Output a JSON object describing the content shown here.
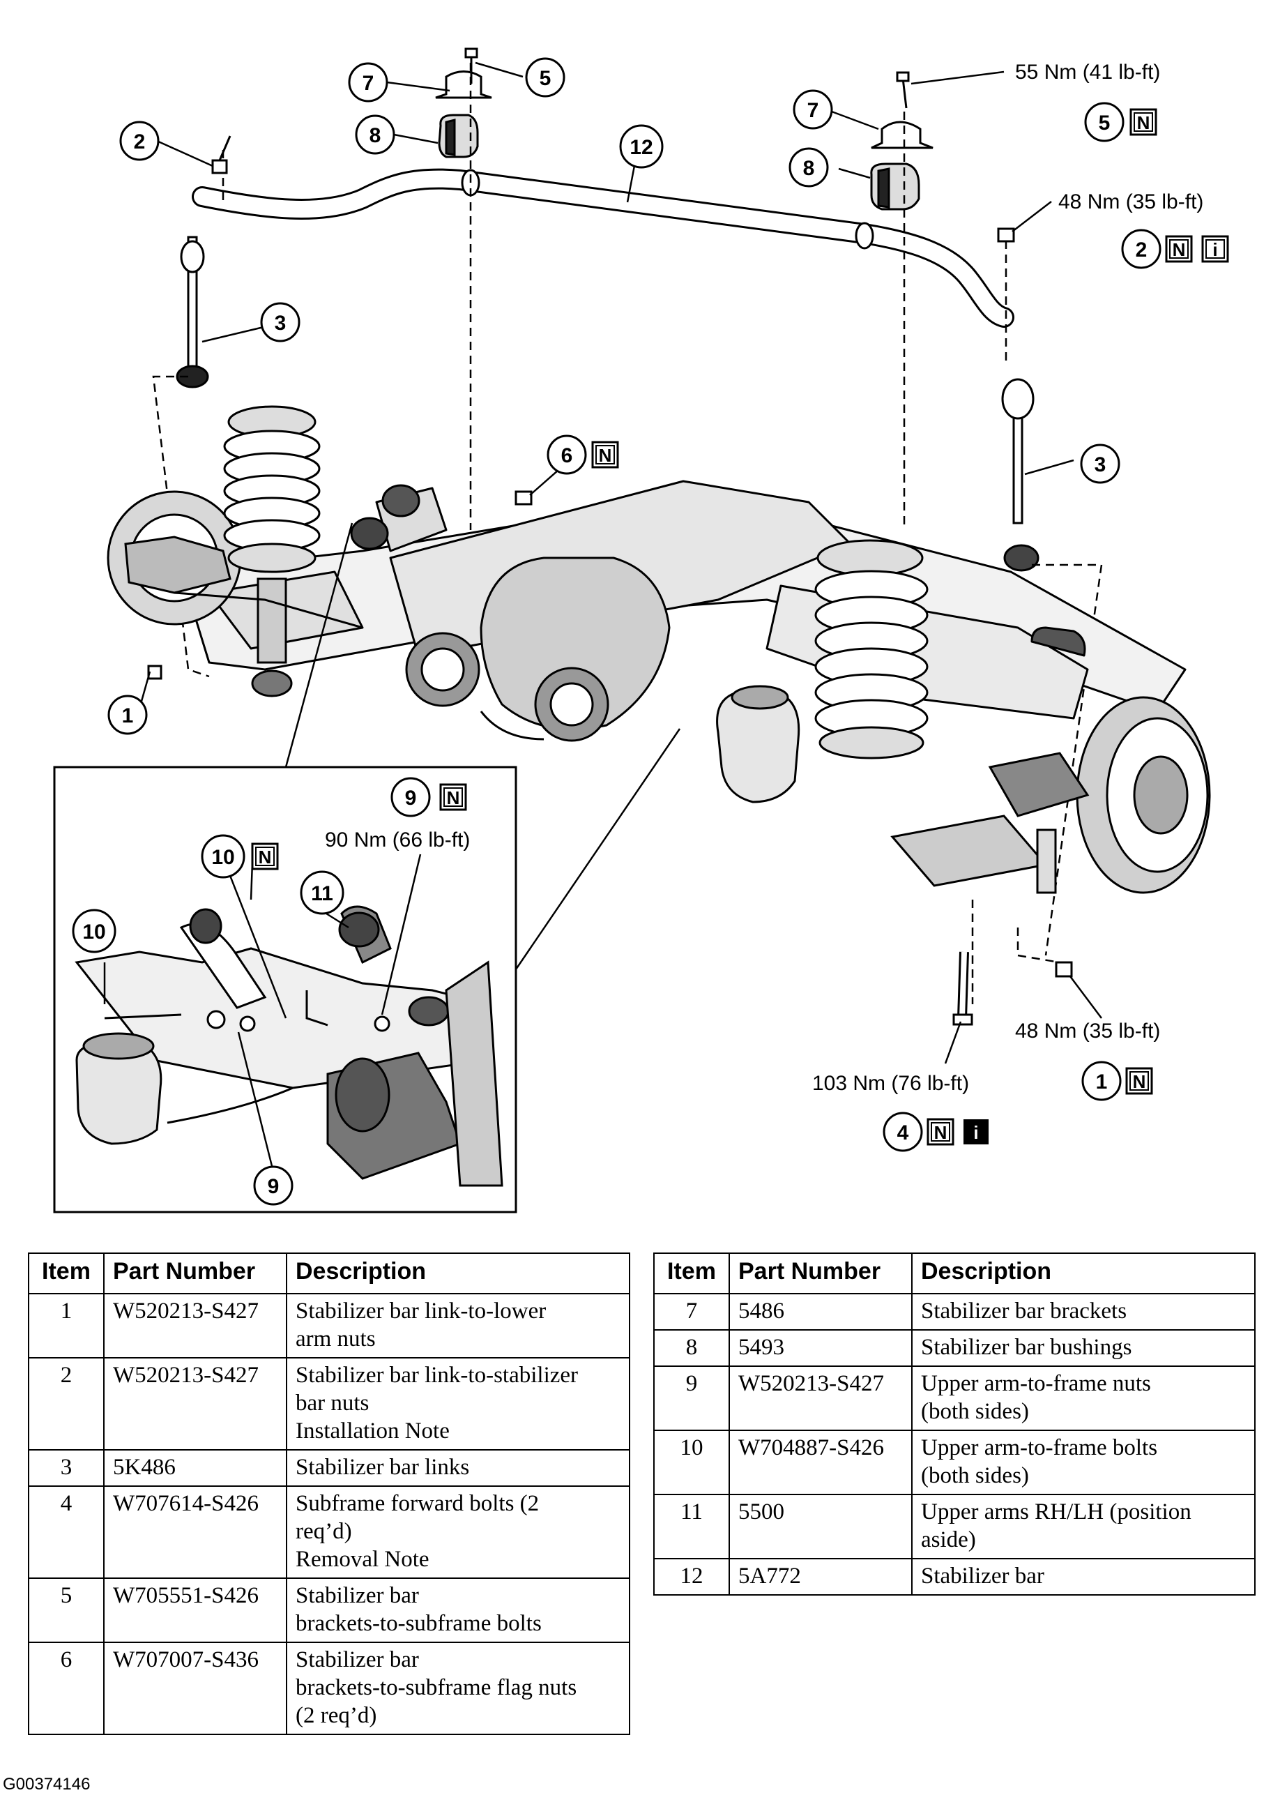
{
  "callouts": {
    "c1": "1",
    "c2": "2",
    "c3": "3",
    "c4": "4",
    "c5": "5",
    "c6": "6",
    "c7": "7",
    "c8": "8",
    "c9": "9",
    "c10": "10",
    "c11": "11",
    "c12": "12"
  },
  "icons": {
    "new_part": "N",
    "info": "i"
  },
  "torques": {
    "t5": "55 Nm (41 lb-ft)",
    "t2": "48 Nm (35 lb-ft)",
    "t9": "90 Nm (66 lb-ft)",
    "t1": "48 Nm (35 lb-ft)",
    "t4": "103 Nm (76 lb-ft)"
  },
  "table": {
    "headers": {
      "item": "Item",
      "part_number": "Part Number",
      "description": "Description"
    },
    "left_rows": [
      {
        "item": "1",
        "part": "W520213-S427",
        "desc": "Stabilizer bar link-to-lower\narm nuts"
      },
      {
        "item": "2",
        "part": "W520213-S427",
        "desc": "Stabilizer bar link-to-stabilizer\nbar nuts\nInstallation Note"
      },
      {
        "item": "3",
        "part": "5K486",
        "desc": "Stabilizer bar links"
      },
      {
        "item": "4",
        "part": "W707614-S426",
        "desc": "Subframe forward bolts (2\nreq’d)\nRemoval Note"
      },
      {
        "item": "5",
        "part": "W705551-S426",
        "desc": "Stabilizer bar\nbrackets-to-subframe bolts"
      },
      {
        "item": "6",
        "part": "W707007-S436",
        "desc": "Stabilizer bar\nbrackets-to-subframe flag nuts\n(2 req’d)"
      }
    ],
    "right_rows": [
      {
        "item": "7",
        "part": "5486",
        "desc": "Stabilizer bar brackets"
      },
      {
        "item": "8",
        "part": "5493",
        "desc": "Stabilizer bar bushings"
      },
      {
        "item": "9",
        "part": "W520213-S427",
        "desc": "Upper arm-to-frame nuts\n(both sides)"
      },
      {
        "item": "10",
        "part": "W704887-S426",
        "desc": "Upper arm-to-frame bolts\n(both sides)"
      },
      {
        "item": "11",
        "part": "5500",
        "desc": "Upper arms RH/LH (position\naside)"
      },
      {
        "item": "12",
        "part": "5A772",
        "desc": "Stabilizer bar"
      }
    ]
  },
  "figure_id": "G00374146"
}
